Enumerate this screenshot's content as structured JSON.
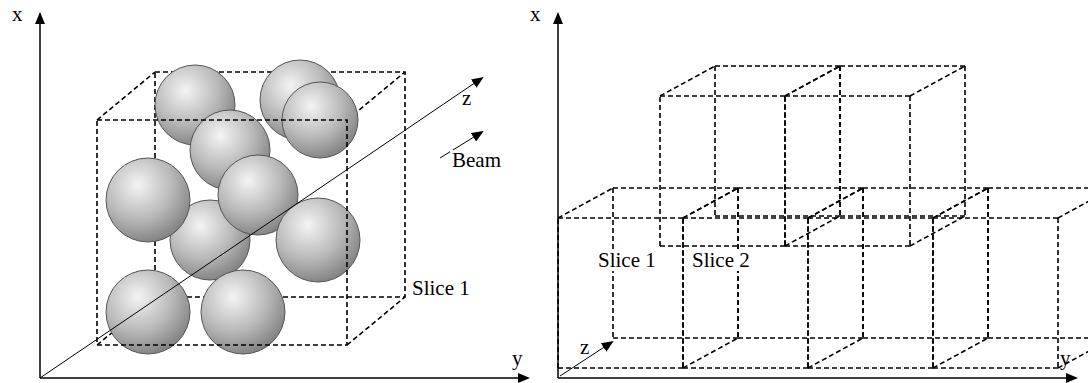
{
  "diagram": {
    "labels": [
      "x",
      "y",
      "z",
      "Beam",
      "Slice 1",
      "x",
      "y",
      "z",
      "Slice 1",
      "Slice 2"
    ]
  }
}
